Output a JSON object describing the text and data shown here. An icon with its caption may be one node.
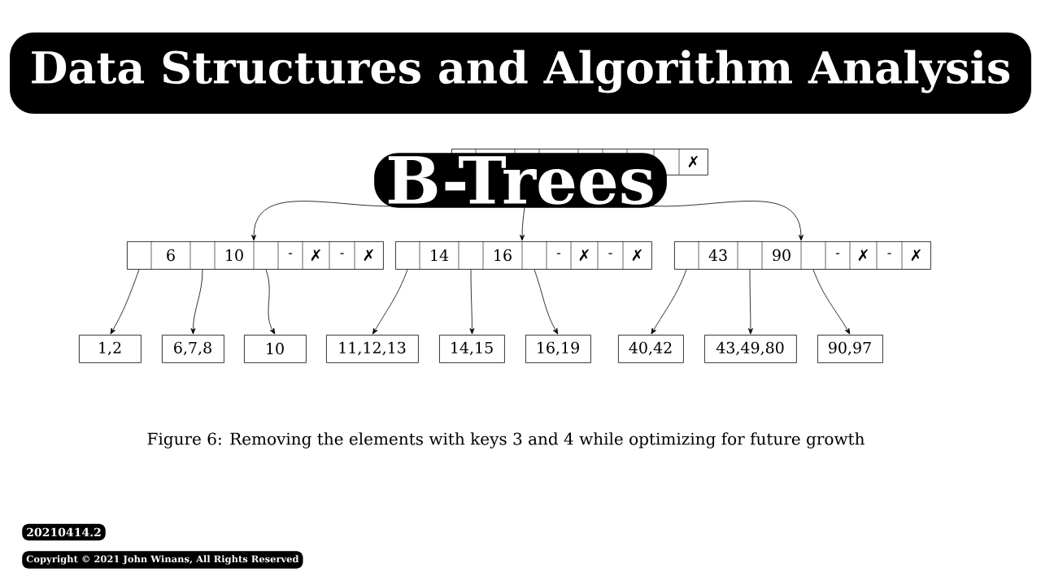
{
  "diagram": {
    "title": "Data Structures and Algorithm Analysis",
    "caption": "Figure 6: Removing the elements with keys 3 and 4 while optimizing for future growth",
    "nodes": [
      {
        "text": [
          "✗"
        ]
      },
      {
        "text": [
          "6",
          "10",
          "-",
          "✗",
          "-",
          "✗"
        ]
      },
      {
        "text": [
          "14",
          "16",
          "-",
          "✗",
          "-",
          "✗"
        ]
      },
      {
        "text": [
          "43",
          "90",
          "-",
          "✗",
          "-",
          "✗"
        ]
      },
      {
        "text": [
          "1,2"
        ]
      },
      {
        "text": [
          "6,7,8"
        ]
      },
      {
        "text": [
          "10"
        ]
      },
      {
        "text": [
          "11,12,13"
        ]
      },
      {
        "text": [
          "14,15"
        ]
      },
      {
        "text": [
          "16,19"
        ]
      },
      {
        "text": [
          "40,42"
        ]
      },
      {
        "text": [
          "43,49,80"
        ]
      },
      {
        "text": [
          "90,97"
        ]
      }
    ],
    "edges": [
      {
        "from": 0,
        "to": 1,
        "arrow": "to"
      },
      {
        "from": 0,
        "to": 2,
        "arrow": "to"
      },
      {
        "from": 0,
        "to": 3,
        "arrow": "to"
      },
      {
        "from": 1,
        "to": 4,
        "arrow": "to"
      },
      {
        "from": 1,
        "to": 5,
        "arrow": "to"
      },
      {
        "from": 1,
        "to": 6,
        "arrow": "to"
      },
      {
        "from": 2,
        "to": 7,
        "arrow": "to"
      },
      {
        "from": 2,
        "to": 8,
        "arrow": "to"
      },
      {
        "from": 2,
        "to": 9,
        "arrow": "to"
      },
      {
        "from": 3,
        "to": 10,
        "arrow": "to"
      },
      {
        "from": 3,
        "to": 11,
        "arrow": "to"
      },
      {
        "from": 3,
        "to": 12,
        "arrow": "to"
      }
    ],
    "labels": [
      "B-Trees",
      "20210414.2",
      "Copyright © 2021 John Winans, All Rights Reserved"
    ]
  }
}
